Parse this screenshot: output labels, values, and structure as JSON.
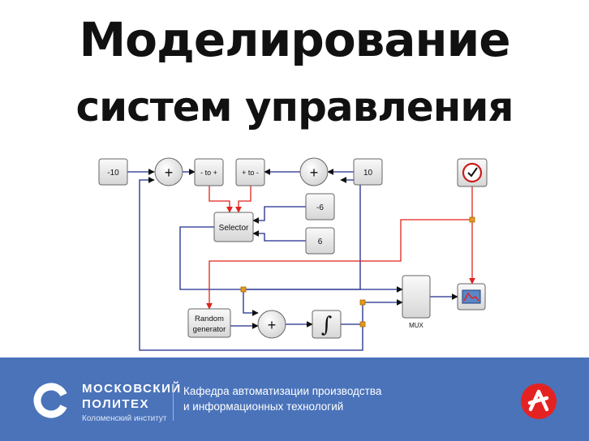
{
  "title": {
    "line1": "Моделирование",
    "line2": "систем управления"
  },
  "diagram": {
    "blocks": {
      "const_neg10": "-10",
      "sat_neg_pos": "- to +",
      "sat_pos_neg": "+ to -",
      "const_10": "10",
      "const_neg6": "-6",
      "const_6": "6",
      "selector": "Selector",
      "random_line1": "Random",
      "random_line2": "generator",
      "mux": "MUX",
      "sum_symbol": "+",
      "integrator_symbol": "∫"
    },
    "colors": {
      "signal": "#1f2a8c",
      "event": "#e0231c",
      "split": "#e39a1b"
    }
  },
  "footer": {
    "brand_line1": "МОСКОВСКИЙ",
    "brand_line2": "ПОЛИТЕХ",
    "brand_line3": "Коломенский институт",
    "dept_line1": "Кафедра автоматизации производства",
    "dept_line2": "и информационных технологий",
    "bg_color": "#4a73ba"
  }
}
